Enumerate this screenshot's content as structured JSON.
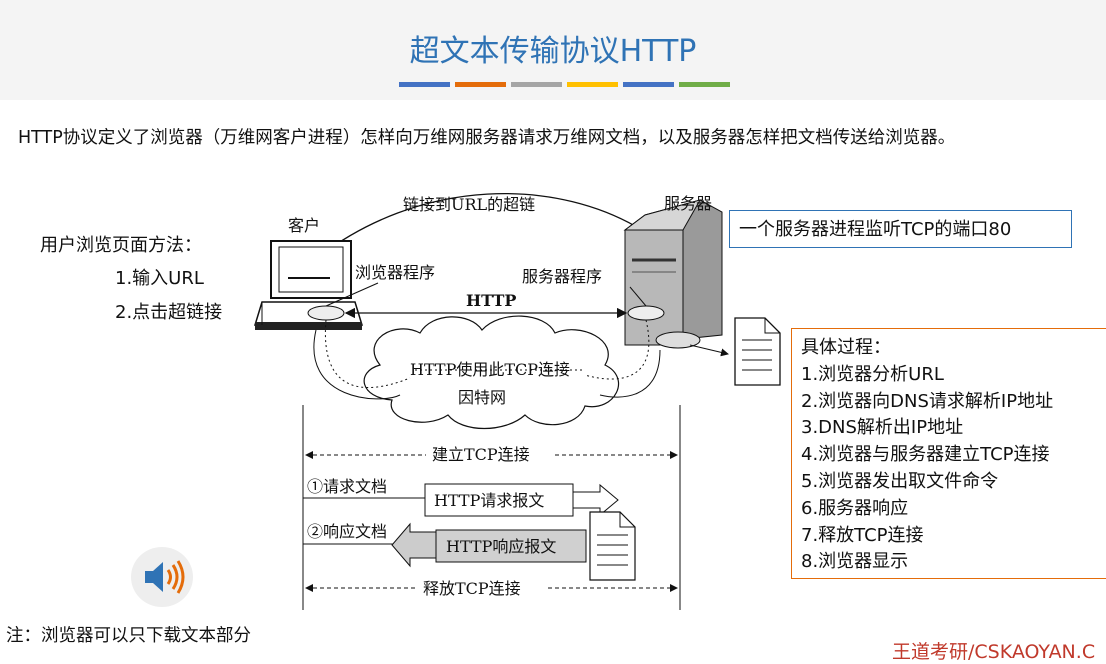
{
  "page": {
    "title": "超文本传输协议HTTP",
    "accent_bars": [
      "#4472c4",
      "#e46c0a",
      "#a5a5a5",
      "#ffc000",
      "#4472c4",
      "#70ad47"
    ],
    "intro": "HTTP协议定义了浏览器（万维网客户进程）怎样向万维网服务器请求万维网文档，以及服务器怎样把文档传送给浏览器。",
    "methods_title": "用户浏览页面方法：",
    "method_1": "1.输入URL",
    "method_2": "2.点击超链接",
    "note": "注：浏览器可以只下载文本部分",
    "watermark": "王道考研/CSKAOYAN.C",
    "speaker_icon": "speaker-icon"
  },
  "diagram": {
    "client_label": "客户",
    "server_label": "服务器",
    "hyperlink_label": "链接到URL的超链",
    "browser_program": "浏览器程序",
    "server_program": "服务器程序",
    "http_label": "HTTP",
    "tcp_label": "HTTP使用此TCP连接",
    "internet_label": "因特网",
    "establish_tcp": "建立TCP连接",
    "request_doc": "①请求文档",
    "request_msg": "HTTP请求报文",
    "response_doc": "②响应文档",
    "response_msg": "HTTP响应报文",
    "release_tcp": "释放TCP连接"
  },
  "callout": {
    "server_listen": "一个服务器进程监听TCP的端口80"
  },
  "process": {
    "title": "具体过程：",
    "steps": [
      "1.浏览器分析URL",
      "2.浏览器向DNS请求解析IP地址",
      "3.DNS解析出IP地址",
      "4.浏览器与服务器建立TCP连接",
      "5.浏览器发出取文件命令",
      "6.服务器响应",
      "7.释放TCP连接",
      "8.浏览器显示"
    ]
  }
}
